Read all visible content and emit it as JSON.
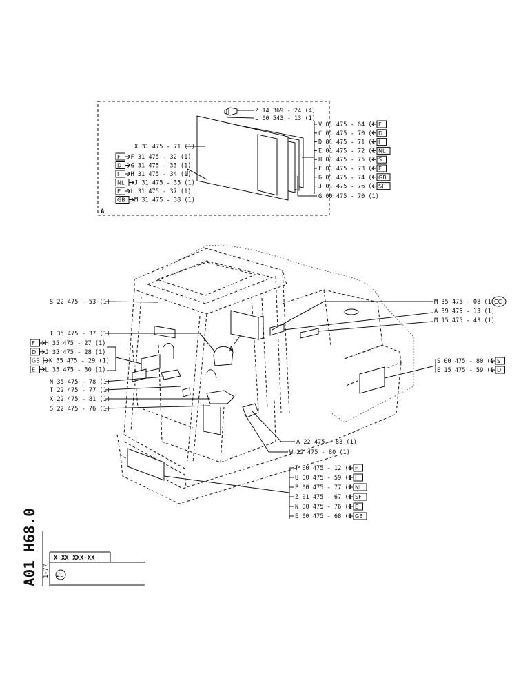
{
  "detail": {
    "label": "A",
    "top_callouts": [
      "Z 14 369 - 24 (4)",
      "L 00 543 - 13 (1)"
    ],
    "panel_label": "X 31 475 - 71 (1)",
    "left_items": [
      {
        "code": "F",
        "part": "F 31 475 - 32 (1)"
      },
      {
        "code": "D",
        "part": "G 31 475 - 33 (1)"
      },
      {
        "code": "I",
        "part": "H 31 475 - 34 (1)"
      },
      {
        "code": "NL",
        "part": "J 31 475 - 35 (1)"
      },
      {
        "code": "E",
        "part": "L 31 475 - 37 (1)"
      },
      {
        "code": "GB",
        "part": "M 31 475 - 38 (1)"
      }
    ],
    "right_items": [
      {
        "part": "V 01 475 - 64 (1)",
        "code": "F"
      },
      {
        "part": "C 01 475 - 70 (1)",
        "code": "D"
      },
      {
        "part": "D 01 475 - 71 (1)",
        "code": "I"
      },
      {
        "part": "E 01 475 - 72 (1)",
        "code": "NL"
      },
      {
        "part": "H 01 475 - 75 (1)",
        "code": "S"
      },
      {
        "part": "F 01 475 - 73 (1)",
        "code": "E"
      },
      {
        "part": "G 01 475 - 74 (1)",
        "code": "GB"
      },
      {
        "part": "J 01 475 - 76 (1)",
        "code": "SF"
      }
    ],
    "bottom_callout": "G 00 475 - 70 (1)"
  },
  "cab": {
    "left_top": [
      "S 22 475 - 53 (1)",
      "T 35 475 - 37 (1)"
    ],
    "left_flag_items": [
      {
        "code": "F",
        "part": "H 35 475 - 27 (1)"
      },
      {
        "code": "D",
        "part": "J 35 475 - 28 (1)"
      },
      {
        "code": "GB",
        "part": "K 35 475 - 29 (1)"
      },
      {
        "code": "E",
        "part": "L 35 475 - 30 (1)"
      }
    ],
    "left_bottom": [
      "N 35 475 - 78 (1)",
      "T 22 475 - 77 (1)",
      "X 22 475 - 81 (1)",
      "S 22 475 - 76 (1)"
    ],
    "right_top": [
      {
        "part": "M 35 475 - 08 (1)",
        "code": "CC"
      },
      {
        "part": "A 39 475 - 13 (1)"
      },
      {
        "part": "M 15 475 - 43 (1)"
      }
    ],
    "right_mid": [
      {
        "part": "S 00 475 - 80 (2)",
        "code": "S"
      },
      {
        "part": "E 15 475 - 59 (2)",
        "code": "D"
      }
    ],
    "center_bottom": [
      "A 22 475 - 83 (1)",
      "W 22 475 - 80 (1)"
    ],
    "detail_ref": "A",
    "bottom_items": [
      {
        "part": "T 00 475 - 12 (1)",
        "code": "F"
      },
      {
        "part": "U 00 475 - 59 (1)",
        "code": "I"
      },
      {
        "part": "P 00 475 - 77 (1)",
        "code": "NL"
      },
      {
        "part": "Z 01 475 - 67 (1)",
        "code": "SF"
      },
      {
        "part": "N 00 475 - 76 (1)",
        "code": "E"
      },
      {
        "part": "E 00 475 - 68 (1)",
        "code": "GB"
      }
    ]
  },
  "title_block": {
    "drawing_no": "A01 H68.0",
    "date": "1-77",
    "part_no": "X XX  XXX-XX",
    "note": "2L"
  }
}
